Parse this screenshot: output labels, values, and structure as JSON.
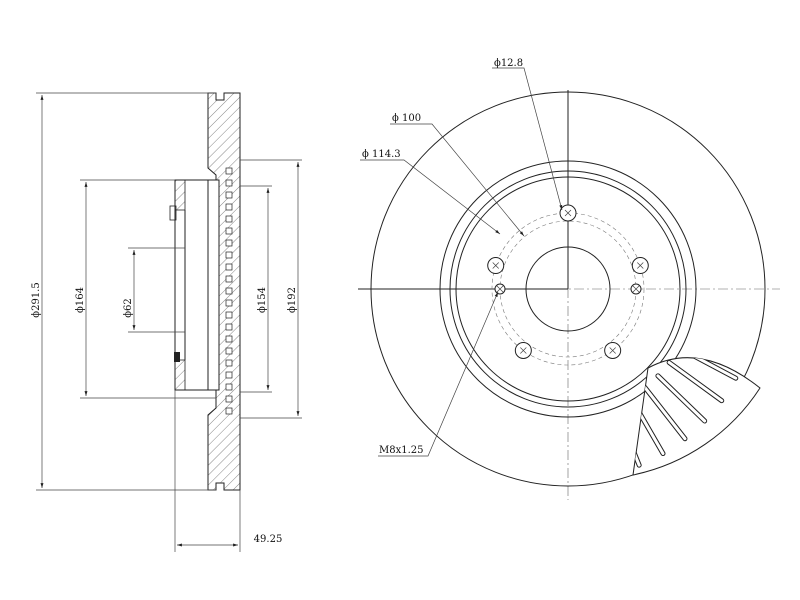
{
  "dimensions": {
    "outer_diameter": "ϕ291.5",
    "hub_diameter": "ϕ164",
    "bore_diameter": "ϕ62",
    "inner_friction_diameter": "ϕ154",
    "outer_friction_diameter": "ϕ192",
    "total_height": "49.25",
    "bolt_hole_diameter": "ϕ12.8",
    "pitch_circle_100": "ϕ 100",
    "pitch_circle_114": "ϕ 114.3",
    "thread": "M8x1.25"
  }
}
